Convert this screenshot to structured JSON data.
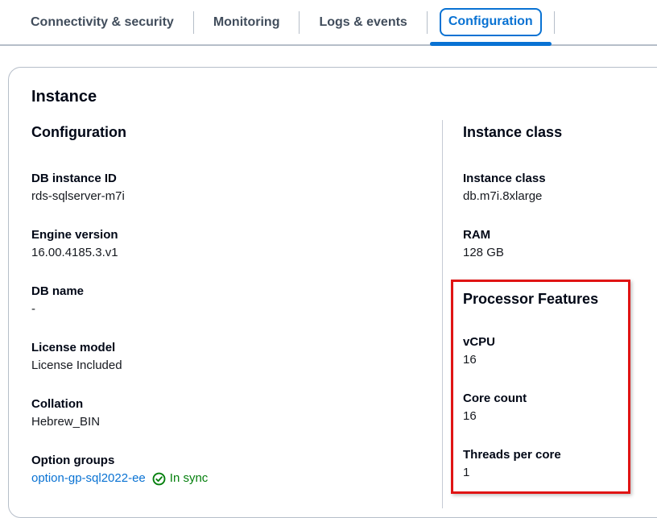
{
  "tabs": {
    "items": [
      {
        "label": "Connectivity & security",
        "active": false
      },
      {
        "label": "Monitoring",
        "active": false
      },
      {
        "label": "Logs & events",
        "active": false
      },
      {
        "label": "Configuration",
        "active": true
      }
    ]
  },
  "panel": {
    "title": "Instance",
    "left": {
      "heading": "Configuration",
      "fields": [
        {
          "label": "DB instance ID",
          "value": "rds-sqlserver-m7i"
        },
        {
          "label": "Engine version",
          "value": "16.00.4185.3.v1"
        },
        {
          "label": "DB name",
          "value": "-"
        },
        {
          "label": "License model",
          "value": "License Included"
        },
        {
          "label": "Collation",
          "value": "Hebrew_BIN"
        },
        {
          "label": "Option groups",
          "link": "option-gp-sql2022-ee",
          "status": "In sync",
          "status_icon": "check-circle-icon"
        }
      ]
    },
    "right": {
      "heading": "Instance class",
      "fields": [
        {
          "label": "Instance class",
          "value": "db.m7i.8xlarge"
        },
        {
          "label": "RAM",
          "value": "128 GB"
        }
      ],
      "highlight": {
        "heading": "Processor Features",
        "fields": [
          {
            "label": "vCPU",
            "value": "16"
          },
          {
            "label": "Core count",
            "value": "16"
          },
          {
            "label": "Threads per core",
            "value": "1"
          }
        ]
      }
    }
  },
  "colors": {
    "accent_blue": "#0972d3",
    "link_blue": "#0972d3",
    "success_green": "#037f0c",
    "highlight_red": "#e01414",
    "tab_text": "#414d5c",
    "divider_gray": "#b6bec9"
  }
}
